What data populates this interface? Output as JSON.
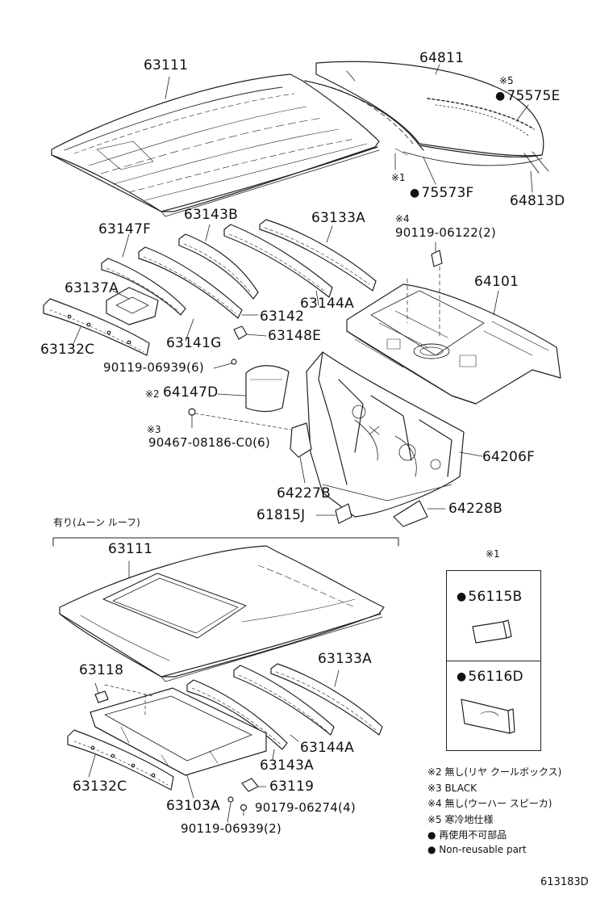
{
  "diagram": {
    "labels": {
      "p63111_top": "63111",
      "p64811": "64811",
      "note5_mark": "※5",
      "p75575E": "75575E",
      "note1_mark_top": "※1",
      "p75573F": "75573F",
      "p64813D": "64813D",
      "p63147F": "63147F",
      "p63143B": "63143B",
      "p63133A_top": "63133A",
      "note4_mark": "※4",
      "p90119_06122": "90119-06122(2)",
      "p64101": "64101",
      "p63137A": "63137A",
      "p63144A_top": "63144A",
      "p63142": "63142",
      "p63132C_top": "63132C",
      "p63141G": "63141G",
      "p63148E": "63148E",
      "p90119_06939_top": "90119-06939(6)",
      "note2_mark": "※2",
      "p64147D": "64147D",
      "note3_mark": "※3",
      "p90467_08186": "90467-08186-C0(6)",
      "p64206F": "64206F",
      "p64227B": "64227B",
      "p61815J": "61815J",
      "p64228B": "64228B",
      "moonroof_heading": "有り(ムーン ルーフ)",
      "p63111_bottom": "63111",
      "p63118": "63118",
      "p63133A_bottom": "63133A",
      "p63144A_bottom": "63144A",
      "p63143A": "63143A",
      "p63132C_bottom": "63132C",
      "p63103A": "63103A",
      "p63119": "63119",
      "p90179_06274": "90179-06274(4)",
      "p90119_06939_bottom": "90119-06939(2)",
      "legend_mark": "※1",
      "p56115B": "56115B",
      "p56116D": "56116D"
    },
    "notes": {
      "n2": "※2 無し(リヤ クールボックス)",
      "n3": "※3 BLACK",
      "n4": "※4 無し(ウーハー スピーカ)",
      "n5": "※5 寒冷地仕様",
      "n6": "● 再使用不可部品",
      "n7": "● Non-reusable part"
    },
    "diagram_code": "613183D"
  }
}
